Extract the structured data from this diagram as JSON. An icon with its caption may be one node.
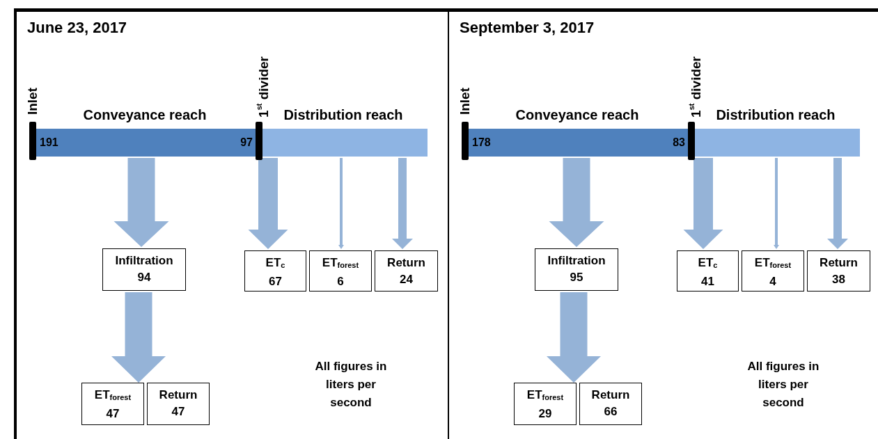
{
  "diagram": {
    "nodes": [
      {
        "text": [
          "June 23, 2017"
        ]
      },
      {
        "text": [
          "Conveyance reach",
          "191",
          "97"
        ],
        "in": 0
      },
      {
        "text": [
          "Distribution reach"
        ],
        "in": 0
      },
      {
        "text": [
          "Infiltration",
          "94"
        ],
        "in": 0
      },
      {
        "text": [
          "ET$_{c}$",
          "67"
        ],
        "in": 0
      },
      {
        "text": [
          "ET$_{forest}$",
          "6"
        ],
        "in": 0
      },
      {
        "text": [
          "Return",
          "24"
        ],
        "in": 0
      },
      {
        "text": [
          "ET$_{forest}$",
          "47"
        ],
        "in": 0
      },
      {
        "text": [
          "Return",
          "47"
        ],
        "in": 0
      },
      {
        "text": [
          "September 3, 2017"
        ]
      },
      {
        "text": [
          "Conveyance reach",
          "178",
          "83"
        ],
        "in": 9
      },
      {
        "text": [
          "Distribution reach"
        ],
        "in": 9
      },
      {
        "text": [
          "Infiltration",
          "95"
        ],
        "in": 9
      },
      {
        "text": [
          "ET$_{c}$",
          "41"
        ],
        "in": 9
      },
      {
        "text": [
          "ET$_{forest}$",
          "4"
        ],
        "in": 9
      },
      {
        "text": [
          "Return",
          "38"
        ],
        "in": 9
      },
      {
        "text": [
          "ET$_{forest}$",
          "29"
        ],
        "in": 9
      },
      {
        "text": [
          "Return",
          "66"
        ],
        "in": 9
      }
    ],
    "edges": [
      {
        "from": 1,
        "to": 3,
        "arrow": "to"
      },
      {
        "from": 2,
        "to": 4,
        "arrow": "to"
      },
      {
        "from": 2,
        "to": 5,
        "arrow": "to"
      },
      {
        "from": 2,
        "to": 6,
        "arrow": "to"
      },
      {
        "from": 3,
        "to": 7,
        "arrow": "to"
      },
      {
        "from": 3,
        "to": 8,
        "arrow": "to"
      },
      {
        "from": 10,
        "to": 12,
        "arrow": "to"
      },
      {
        "from": 11,
        "to": 13,
        "arrow": "to"
      },
      {
        "from": 11,
        "to": 14,
        "arrow": "to"
      },
      {
        "from": 11,
        "to": 15,
        "arrow": "to"
      },
      {
        "from": 12,
        "to": 16,
        "arrow": "to"
      },
      {
        "from": 12,
        "to": 17,
        "arrow": "to"
      }
    ],
    "labels": [
      "Inlet",
      "1$^{st}$ divider",
      "All figures in liters per second",
      "Inlet",
      "1$^{st}$ divider",
      "All figures in liters per second"
    ]
  }
}
